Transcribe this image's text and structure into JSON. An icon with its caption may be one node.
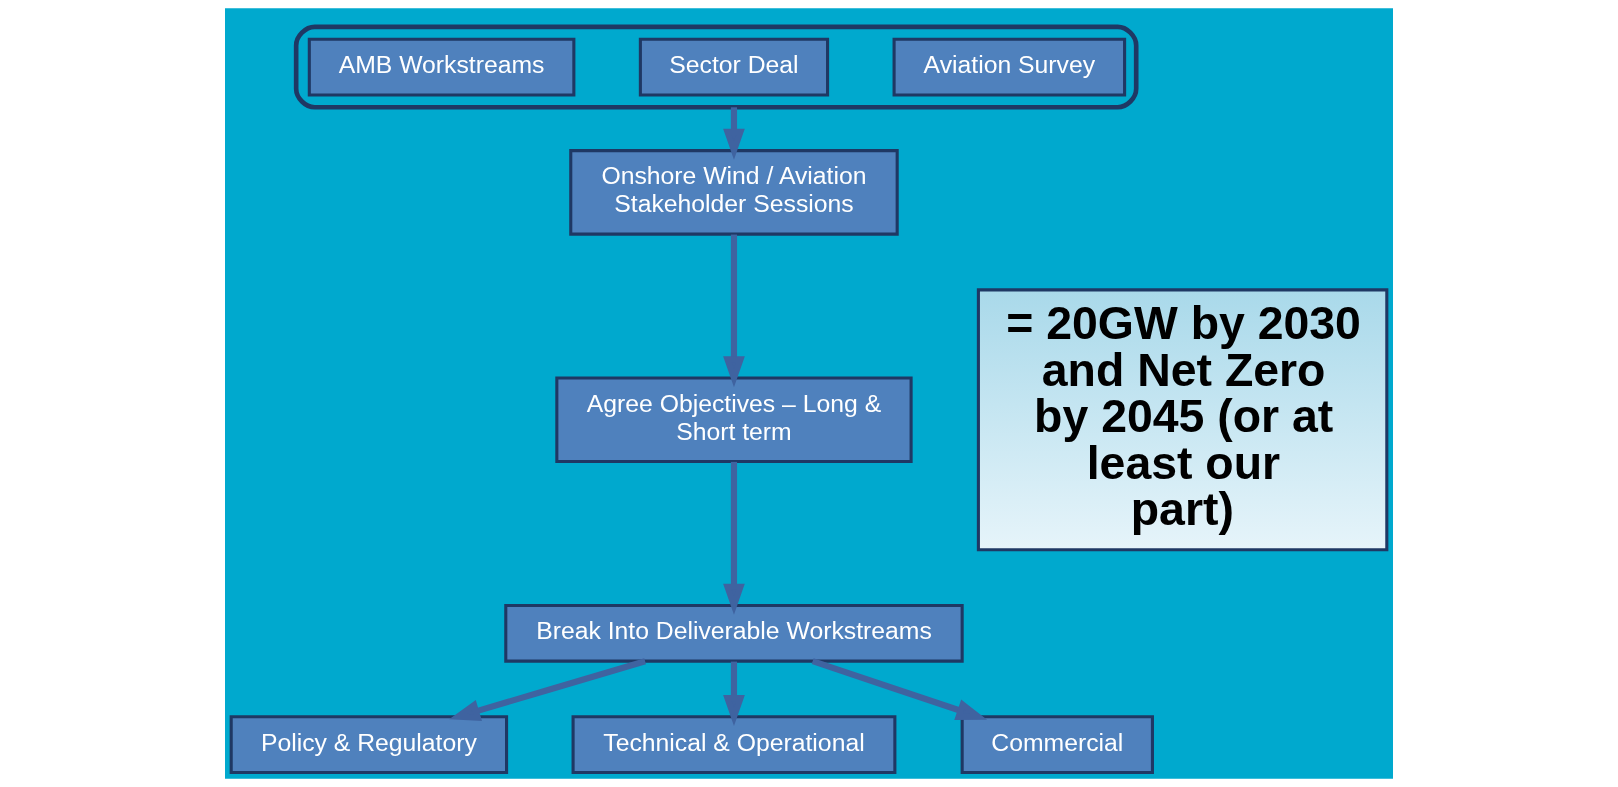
{
  "diagram": {
    "nodes": [
      {
        "text": [],
        "shape": "box"
      },
      {
        "text": [
          "AMB Workstreams"
        ],
        "in": 0
      },
      {
        "text": [
          "Sector Deal"
        ],
        "in": 0
      },
      {
        "text": [
          "Aviation Survey"
        ],
        "in": 0
      },
      {
        "text": [
          "Onshore Wind / Aviation Stakeholder Sessions"
        ]
      },
      {
        "text": [
          "Agree Objectives – Long & Short term"
        ]
      },
      {
        "text": [
          "Break Into Deliverable Workstreams"
        ]
      },
      {
        "text": [
          "Policy & Regulatory"
        ]
      },
      {
        "text": [
          "Technical & Operational"
        ]
      },
      {
        "text": [
          "Commercial"
        ]
      },
      {
        "text": [
          "= 20GW by 2030 and Net Zero by 2045 (or at least our part)"
        ]
      }
    ],
    "edges": [
      {
        "from": 0,
        "to": 4,
        "arrow": "to"
      },
      {
        "from": 4,
        "to": 5,
        "arrow": "to"
      },
      {
        "from": 5,
        "to": 6,
        "arrow": "to"
      },
      {
        "from": 6,
        "to": 7,
        "arrow": "to"
      },
      {
        "from": 6,
        "to": 8,
        "arrow": "to"
      },
      {
        "from": 6,
        "to": 9,
        "arrow": "to"
      }
    ]
  }
}
